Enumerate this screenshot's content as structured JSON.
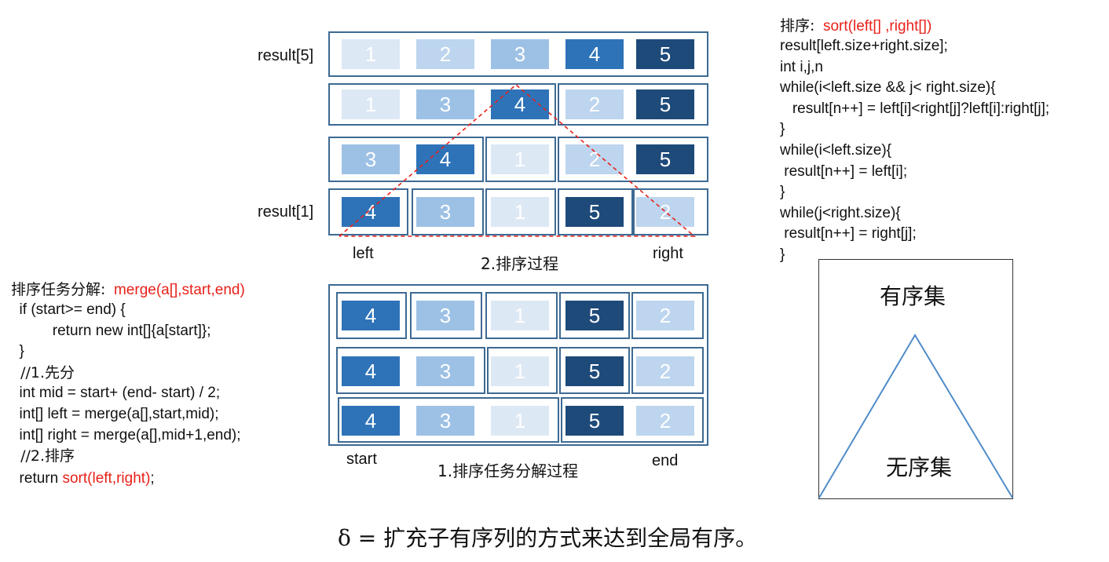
{
  "merge_rows": [
    {
      "label": "result[5]",
      "cells": [
        1,
        2,
        3,
        4,
        5
      ]
    },
    {
      "label": "",
      "cells": [
        1,
        3,
        4,
        2,
        5
      ]
    },
    {
      "label": "",
      "cells": [
        3,
        4,
        1,
        2,
        5
      ]
    },
    {
      "label": "result[1]",
      "cells": [
        4,
        3,
        1,
        5,
        2
      ]
    }
  ],
  "merge_labels": {
    "left": "left",
    "title": "2.排序过程",
    "right": "right"
  },
  "split_rows": [
    {
      "cells": [
        4,
        3,
        1,
        5,
        2
      ]
    },
    {
      "cells": [
        4,
        3,
        1,
        5,
        2
      ]
    },
    {
      "cells": [
        4,
        3,
        1,
        5,
        2
      ]
    }
  ],
  "split_labels": {
    "start": "start",
    "title": "1.排序任务分解过程",
    "end": "end"
  },
  "sort_code": {
    "header_prefix": "排序:",
    "header_fn": "sort(left[] ,right[])",
    "lines": [
      "result[left.size+right.size];",
      "int i,j,n",
      "while(i<left.size && j< right.size){",
      "   result[n++] = left[i]<right[j]?left[i]:right[j];",
      "}",
      "while(i<left.size){",
      " result[n++] = left[i];",
      "}",
      "while(j<right.size){",
      " result[n++] = right[j];",
      "}"
    ]
  },
  "merge_code": {
    "header_prefix": "排序任务分解:",
    "header_fn": "merge(a[],start,end)",
    "lines": [
      "  if (start>= end) {",
      "          return new int[]{a[start]};",
      "  }",
      "  //1.先分",
      "  int mid = start+ (end- start) / 2;",
      "  int[] left = merge(a[],start,mid);",
      "  int[] right = merge(a[],mid+1,end);",
      "  //2.排序"
    ],
    "last_prefix": "  return ",
    "last_fn": "sort(left,right)",
    "last_suffix": ";"
  },
  "pyramid": {
    "top_label": "有序集",
    "bottom_label": "无序集"
  },
  "formula": "δ = 扩充子有序列的方式来达到全局有序。",
  "colors": {
    "v1": "#dde8f5",
    "v2": "#bdd5ee",
    "v3": "#9dc1e5",
    "v4": "#2e73b8",
    "v5": "#1e4a7a",
    "border": "#3d6a93",
    "red": "#e8211a"
  }
}
